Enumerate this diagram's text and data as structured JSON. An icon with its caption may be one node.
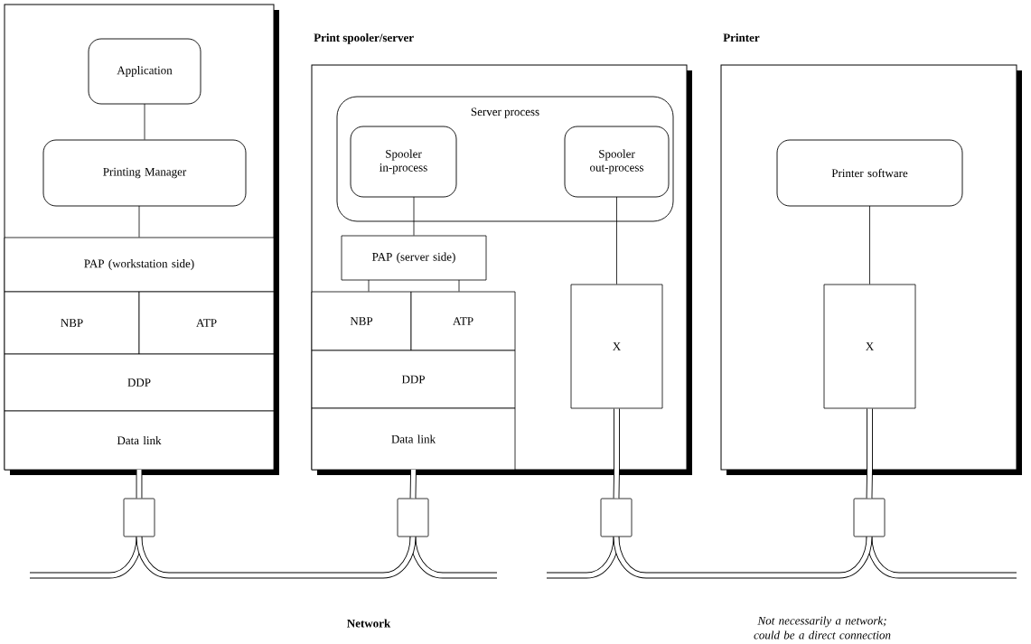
{
  "diagram": {
    "nodes": [
      {
        "text": [],
        "shape": "box"
      },
      {
        "text": [
          "Application"
        ],
        "in": 0
      },
      {
        "text": [
          "Printing Manager"
        ],
        "in": 0
      },
      {
        "text": [
          "PAP (workstation side)"
        ],
        "in": 0
      },
      {
        "text": [
          "NBP"
        ],
        "in": 0
      },
      {
        "text": [
          "ATP"
        ],
        "in": 0
      },
      {
        "text": [
          "DDP"
        ],
        "in": 0
      },
      {
        "text": [
          "Data link"
        ],
        "in": 0
      },
      {
        "text": [
          "Print spooler/server"
        ]
      },
      {
        "text": [
          "Server process"
        ],
        "in": 8
      },
      {
        "text": [
          "Spooler in-process"
        ],
        "in": 9
      },
      {
        "text": [
          "Spooler out-process"
        ],
        "in": 9
      },
      {
        "text": [
          "PAP (server side)"
        ],
        "in": 8
      },
      {
        "text": [
          "NBP"
        ],
        "in": 8
      },
      {
        "text": [
          "ATP"
        ],
        "in": 8
      },
      {
        "text": [
          "DDP"
        ],
        "in": 8
      },
      {
        "text": [
          "Data link"
        ],
        "in": 8
      },
      {
        "text": [
          "X"
        ],
        "in": 8
      },
      {
        "text": [
          "Printer"
        ]
      },
      {
        "text": [
          "Printer software"
        ],
        "in": 18
      },
      {
        "text": [
          "X"
        ],
        "in": 18
      },
      {
        "text": [],
        "shape": "box"
      },
      {
        "text": [],
        "shape": "box"
      },
      {
        "text": [],
        "shape": "box"
      },
      {
        "text": [],
        "shape": "box"
      }
    ],
    "edges": [
      {
        "from": 1,
        "to": 2,
        "arrow": "none"
      },
      {
        "from": 2,
        "to": 3,
        "arrow": "none"
      },
      {
        "from": 10,
        "to": 12,
        "arrow": "none"
      },
      {
        "from": 12,
        "to": 13,
        "arrow": "none"
      },
      {
        "from": 12,
        "to": 14,
        "arrow": "none"
      },
      {
        "from": 11,
        "to": 17,
        "arrow": "none"
      },
      {
        "from": 19,
        "to": 20,
        "arrow": "none"
      },
      {
        "from": 7,
        "to": 21,
        "arrow": "none",
        "style": "thick"
      },
      {
        "from": 16,
        "to": 22,
        "arrow": "none",
        "style": "thick"
      },
      {
        "from": 17,
        "to": 23,
        "arrow": "none",
        "style": "thick"
      },
      {
        "from": 20,
        "to": 24,
        "arrow": "none",
        "style": "thick"
      },
      {
        "from": 21,
        "to": 22,
        "arrow": "none",
        "style": "thick"
      },
      {
        "from": 23,
        "to": 24,
        "arrow": "none",
        "style": "thick"
      }
    ],
    "labels": [
      "Network",
      "Not necessarily a network; could be a direct connection"
    ]
  }
}
